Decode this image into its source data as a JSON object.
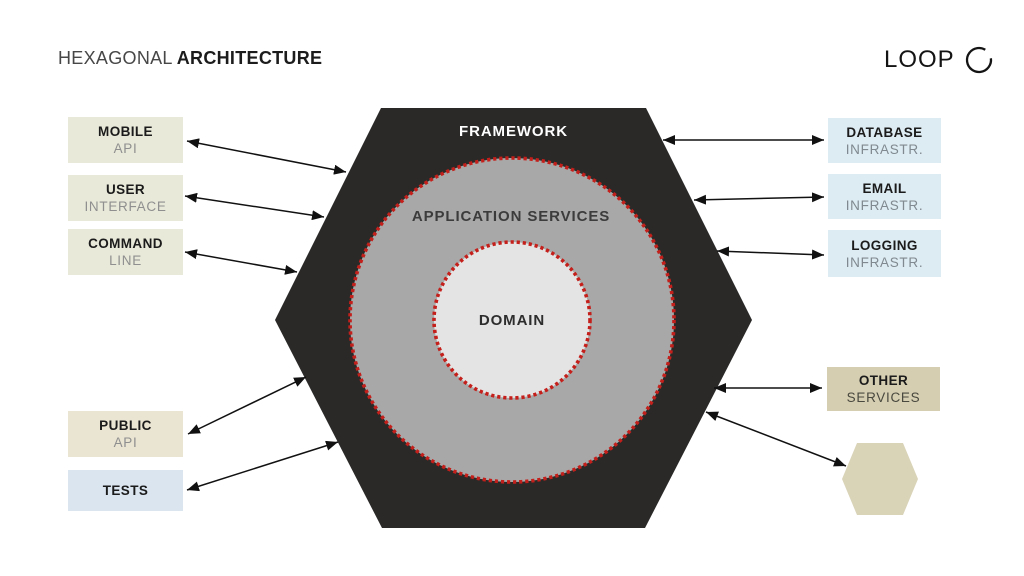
{
  "header": {
    "title_light": "HEXAGONAL",
    "title_bold": "ARCHITECTURE",
    "logo_text": "LOOP",
    "logo_icon": "open-circle-icon"
  },
  "diagram": {
    "hexagon_label": "FRAMEWORK",
    "outer_circle_label": "APPLICATION SERVICES",
    "inner_circle_label": "DOMAIN",
    "colors": {
      "hexagon": "#2a2928",
      "outer_circle": "#a8a8a8",
      "inner_circle": "#e4e4e4",
      "dotted_border": "#c41f1a",
      "arrow": "#111111",
      "small_hexagon": "#d9d3b8"
    }
  },
  "adapters_left": [
    {
      "line1": "MOBILE",
      "line2": "API",
      "bg": "#e8e9d9"
    },
    {
      "line1": "USER",
      "line2": "INTERFACE",
      "bg": "#e8e9d9"
    },
    {
      "line1": "COMMAND",
      "line2": "LINE",
      "bg": "#e8e9d9"
    },
    {
      "line1": "PUBLIC",
      "line2": "API",
      "bg": "#eae4d2"
    },
    {
      "line1": "TESTS",
      "line2": "",
      "bg": "#dbe5f0"
    }
  ],
  "adapters_right": [
    {
      "line1": "DATABASE",
      "line2": "INFRASTR.",
      "bg": "#ddebf2"
    },
    {
      "line1": "EMAIL",
      "line2": "INFRASTR.",
      "bg": "#ddebf2"
    },
    {
      "line1": "LOGGING",
      "line2": "INFRASTR.",
      "bg": "#ddebf2"
    },
    {
      "line1": "OTHER",
      "line2": "SERVICES",
      "bg": "#d6ceb1"
    }
  ]
}
